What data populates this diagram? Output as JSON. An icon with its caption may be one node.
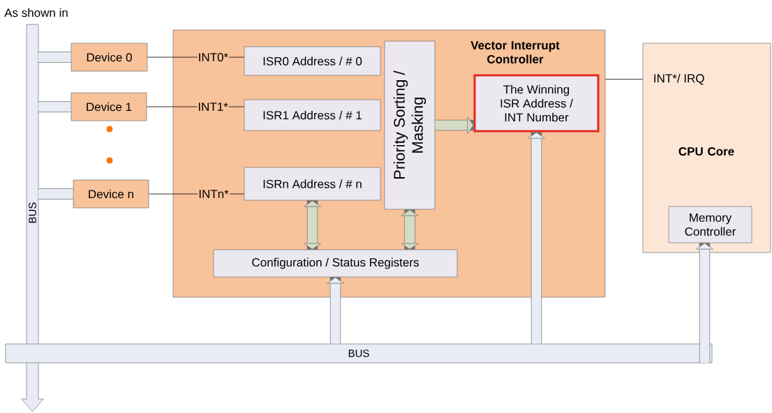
{
  "diagram": {
    "nodes": [
      {
        "text": [
          "Vector Interrupt Controller"
        ]
      },
      {
        "text": [
          "ISR0 Address / # 0"
        ],
        "in": 0
      },
      {
        "text": [
          "ISR1 Address / # 1"
        ],
        "in": 0
      },
      {
        "text": [
          "ISRn Address / # n"
        ],
        "in": 0
      },
      {
        "text": [
          "Priority Sorting / Masking"
        ],
        "in": 0
      },
      {
        "text": [
          "The Winning ISR Address / INT Number"
        ],
        "in": 0
      },
      {
        "text": [
          "Configuration / Status Registers"
        ],
        "in": 0
      },
      {
        "text": [
          "Device 0"
        ]
      },
      {
        "text": [
          "Device 1"
        ]
      },
      {
        "text": [
          "Device n"
        ]
      },
      {
        "text": [
          "CPU Core"
        ]
      },
      {
        "text": [
          "Memory Controller"
        ],
        "in": 10
      },
      {
        "text": [
          "BUS"
        ]
      },
      {
        "text": [
          "BUS"
        ]
      }
    ],
    "edges": [
      {
        "from": 7,
        "to": 1,
        "arrow": "none",
        "label": "INT0*",
        "color": "#000000"
      },
      {
        "from": 8,
        "to": 2,
        "arrow": "none",
        "label": "INT1*",
        "color": "#000000"
      },
      {
        "from": 9,
        "to": 3,
        "arrow": "none",
        "label": "INTn*",
        "color": "#000000"
      },
      {
        "from": 4,
        "to": 5,
        "arrow": "to"
      },
      {
        "from": 3,
        "to": 6,
        "arrow": "both"
      },
      {
        "from": 4,
        "to": 6,
        "arrow": "both"
      },
      {
        "from": 0,
        "to": 10,
        "arrow": "none",
        "label": "INT*/ IRQ",
        "color": "#000000"
      },
      {
        "from": 13,
        "to": 6,
        "arrow": "to"
      },
      {
        "from": 13,
        "to": 5,
        "arrow": "to"
      },
      {
        "from": 13,
        "to": 11,
        "arrow": "to"
      },
      {
        "from": 12,
        "to": 7,
        "arrow": "none"
      },
      {
        "from": 12,
        "to": 8,
        "arrow": "none"
      },
      {
        "from": 12,
        "to": 9,
        "arrow": "none"
      }
    ],
    "labels": [
      "As shown in"
    ]
  }
}
